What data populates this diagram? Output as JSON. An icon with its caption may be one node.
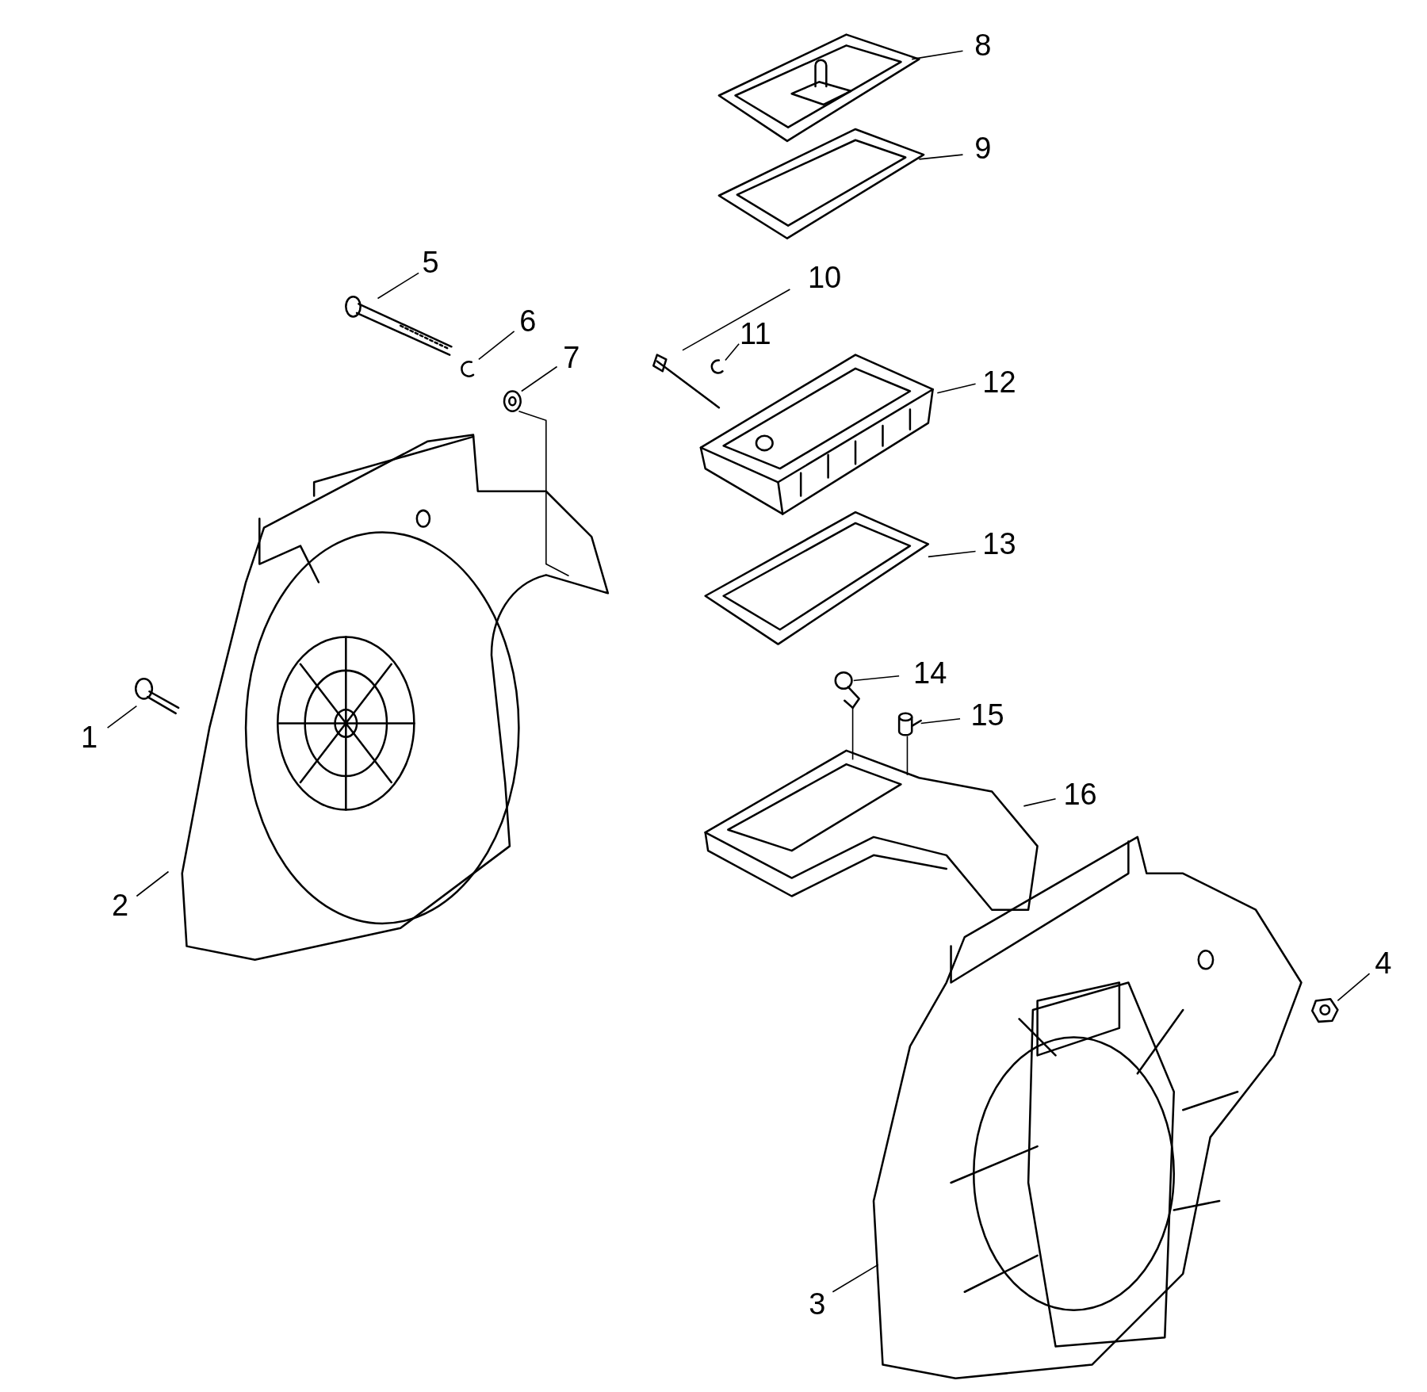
{
  "diagram": {
    "nodes": [
      {
        "text": [
          "1"
        ]
      },
      {
        "text": [
          "2"
        ]
      },
      {
        "text": [
          "3"
        ]
      },
      {
        "text": [
          "4"
        ]
      },
      {
        "text": [
          "5"
        ]
      },
      {
        "text": [
          "6"
        ]
      },
      {
        "text": [
          "7"
        ]
      },
      {
        "text": [
          "8"
        ]
      },
      {
        "text": [
          "9"
        ]
      },
      {
        "text": [
          "10"
        ]
      },
      {
        "text": [
          "11"
        ]
      },
      {
        "text": [
          "12"
        ]
      },
      {
        "text": [
          "13"
        ]
      },
      {
        "text": [
          "14"
        ]
      },
      {
        "text": [
          "15"
        ]
      },
      {
        "text": [
          "16"
        ]
      },
      {
        "text": [],
        "shape": "picture"
      },
      {
        "text": [],
        "shape": "picture"
      },
      {
        "text": [],
        "shape": "picture"
      },
      {
        "text": [],
        "shape": "picture"
      },
      {
        "text": [],
        "shape": "picture"
      },
      {
        "text": [],
        "shape": "picture"
      },
      {
        "text": [],
        "shape": "picture"
      },
      {
        "text": [],
        "shape": "picture"
      },
      {
        "text": [],
        "shape": "picture"
      },
      {
        "text": [],
        "shape": "picture"
      },
      {
        "text": [],
        "shape": "picture"
      },
      {
        "text": [],
        "shape": "picture"
      },
      {
        "text": [],
        "shape": "picture"
      },
      {
        "text": [],
        "shape": "picture"
      },
      {
        "text": [],
        "shape": "picture"
      },
      {
        "text": [],
        "shape": "picture"
      }
    ],
    "edges": [
      {
        "from": 0,
        "to": 16,
        "arrow": "none"
      },
      {
        "from": 1,
        "to": 17,
        "arrow": "none"
      },
      {
        "from": 2,
        "to": 18,
        "arrow": "none"
      },
      {
        "from": 3,
        "to": 19,
        "arrow": "none"
      },
      {
        "from": 4,
        "to": 20,
        "arrow": "none"
      },
      {
        "from": 5,
        "to": 21,
        "arrow": "none"
      },
      {
        "from": 6,
        "to": 22,
        "arrow": "none"
      },
      {
        "from": 7,
        "to": 23,
        "arrow": "none"
      },
      {
        "from": 8,
        "to": 24,
        "arrow": "none"
      },
      {
        "from": 9,
        "to": 25,
        "arrow": "none"
      },
      {
        "from": 10,
        "to": 26,
        "arrow": "none"
      },
      {
        "from": 11,
        "to": 27,
        "arrow": "none"
      },
      {
        "from": 12,
        "to": 28,
        "arrow": "none"
      },
      {
        "from": 13,
        "to": 29,
        "arrow": "none"
      },
      {
        "from": 14,
        "to": 30,
        "arrow": "none"
      },
      {
        "from": 15,
        "to": 31,
        "arrow": "none"
      },
      {
        "from": 22,
        "to": 17,
        "arrow": "none"
      },
      {
        "from": 29,
        "to": 31,
        "arrow": "none"
      },
      {
        "from": 30,
        "to": 31,
        "arrow": "none"
      }
    ]
  }
}
